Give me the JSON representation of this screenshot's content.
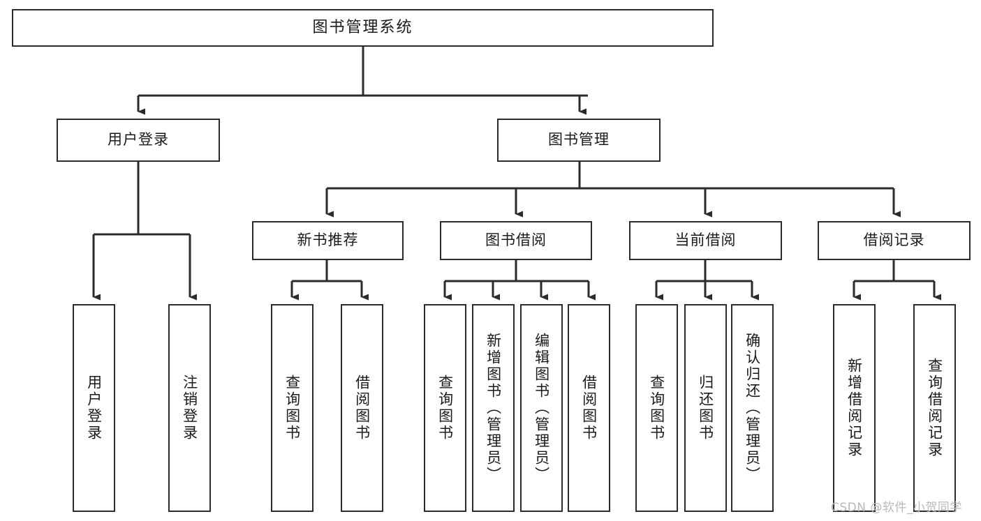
{
  "diagram": {
    "title": "图书管理系统",
    "type": "tree-hierarchy-chart",
    "orientation": "top-down",
    "line_color": "#2b2b2b",
    "box_fill": "#ffffff",
    "box_border": "#2b2b2b"
  },
  "nodes": {
    "root": {
      "label": "图书管理系统",
      "level": 1,
      "text_direction": "horizontal"
    },
    "user_login": {
      "label": "用户登录",
      "level": 2,
      "text_direction": "horizontal"
    },
    "book_manage": {
      "label": "图书管理",
      "level": 2,
      "text_direction": "horizontal"
    },
    "new_book_rec": {
      "label": "新书推荐",
      "level": 3,
      "text_direction": "horizontal"
    },
    "book_borrow": {
      "label": "图书借阅",
      "level": 3,
      "text_direction": "horizontal"
    },
    "current_borrow": {
      "label": "当前借阅",
      "level": 3,
      "text_direction": "horizontal"
    },
    "borrow_record": {
      "label": "借阅记录",
      "level": 3,
      "text_direction": "horizontal"
    },
    "leaf_user_login": {
      "label": "用户登录",
      "level": 4,
      "text_direction": "vertical"
    },
    "leaf_logout": {
      "label": "注销登录",
      "level": 4,
      "text_direction": "vertical"
    },
    "leaf_query_book_1": {
      "label": "查询图书",
      "level": 4,
      "text_direction": "vertical"
    },
    "leaf_borrow_book_1": {
      "label": "借阅图书",
      "level": 4,
      "text_direction": "vertical"
    },
    "leaf_query_book_2": {
      "label": "查询图书",
      "level": 4,
      "text_direction": "vertical"
    },
    "leaf_add_book": {
      "label": "新增图书（管理员）",
      "level": 4,
      "text_direction": "vertical"
    },
    "leaf_edit_book": {
      "label": "编辑图书（管理员）",
      "level": 4,
      "text_direction": "vertical"
    },
    "leaf_borrow_book_2": {
      "label": "借阅图书",
      "level": 4,
      "text_direction": "vertical"
    },
    "leaf_query_book_3": {
      "label": "查询图书",
      "level": 4,
      "text_direction": "vertical"
    },
    "leaf_return_book": {
      "label": "归还图书",
      "level": 4,
      "text_direction": "vertical"
    },
    "leaf_confirm_return": {
      "label": "确认归还（管理员）",
      "level": 4,
      "text_direction": "vertical"
    },
    "leaf_add_record": {
      "label": "新增借阅记录",
      "level": 4,
      "text_direction": "vertical"
    },
    "leaf_query_record": {
      "label": "查询借阅记录",
      "level": 4,
      "text_direction": "vertical"
    }
  },
  "watermark": {
    "text": "CSDN @软件_小贺同学",
    "color": "#b9b9b9"
  }
}
